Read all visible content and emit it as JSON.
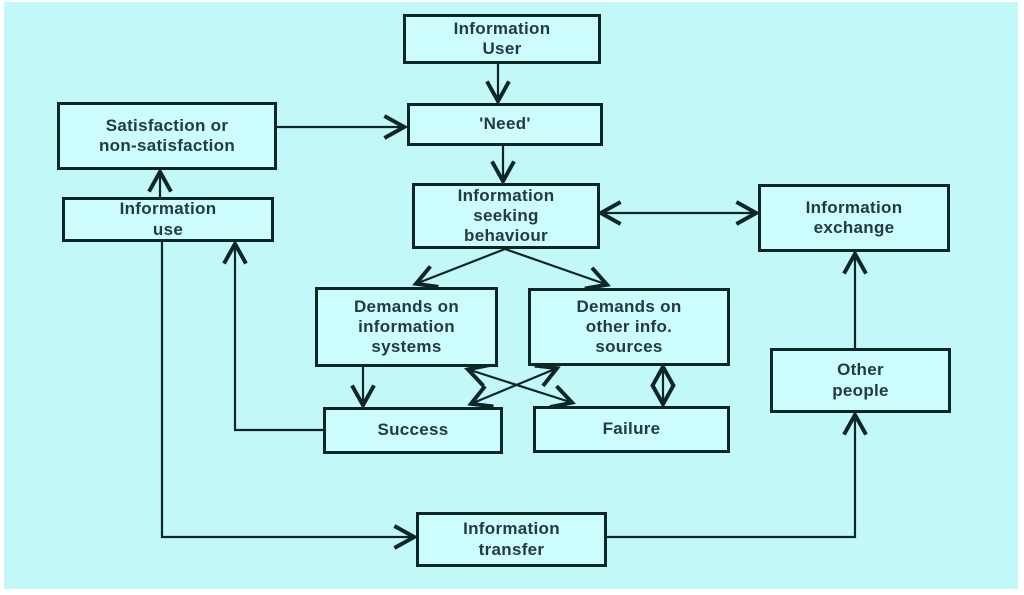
{
  "diagram": {
    "type": "flowchart",
    "background_color": "#c2f8f8",
    "frame_color": "#ffffff",
    "line_color": "#0d2626",
    "text_color": "#223a48",
    "nodes": {
      "information_user": {
        "label": "Information\nUser"
      },
      "need": {
        "label": "'Need'"
      },
      "satisfaction": {
        "label": "Satisfaction or\nnon-satisfaction"
      },
      "information_use": {
        "label": "Information\nuse"
      },
      "information_seeking_behaviour": {
        "label": "Information\nseeking\nbehaviour"
      },
      "information_exchange": {
        "label": "Information\nexchange"
      },
      "demands_information_systems": {
        "label": "Demands on\ninformation\nsystems"
      },
      "demands_other_sources": {
        "label": "Demands on\nother info.\nsources"
      },
      "success": {
        "label": "Success"
      },
      "failure": {
        "label": "Failure"
      },
      "other_people": {
        "label": "Other\npeople"
      },
      "information_transfer": {
        "label": "Information\ntransfer"
      }
    },
    "edges": [
      {
        "from": "information_user",
        "to": "need",
        "bidirectional": false
      },
      {
        "from": "satisfaction",
        "to": "need",
        "bidirectional": false
      },
      {
        "from": "need",
        "to": "information_seeking_behaviour",
        "bidirectional": false
      },
      {
        "from": "information_seeking_behaviour",
        "to": "information_exchange",
        "bidirectional": true
      },
      {
        "from": "information_seeking_behaviour",
        "to": "demands_information_systems",
        "bidirectional": false
      },
      {
        "from": "information_seeking_behaviour",
        "to": "demands_other_sources",
        "bidirectional": false
      },
      {
        "from": "demands_information_systems",
        "to": "success",
        "bidirectional": false
      },
      {
        "from": "demands_other_sources",
        "to": "failure",
        "bidirectional": true
      },
      {
        "from": "demands_information_systems",
        "to": "failure",
        "bidirectional": true
      },
      {
        "from": "demands_other_sources",
        "to": "success",
        "bidirectional": true
      },
      {
        "from": "success",
        "to": "information_use",
        "bidirectional": false
      },
      {
        "from": "information_use",
        "to": "satisfaction",
        "bidirectional": false
      },
      {
        "from": "information_use",
        "to": "information_transfer",
        "bidirectional": false
      },
      {
        "from": "information_transfer",
        "to": "other_people",
        "bidirectional": false
      },
      {
        "from": "other_people",
        "to": "information_exchange",
        "bidirectional": false
      }
    ]
  }
}
